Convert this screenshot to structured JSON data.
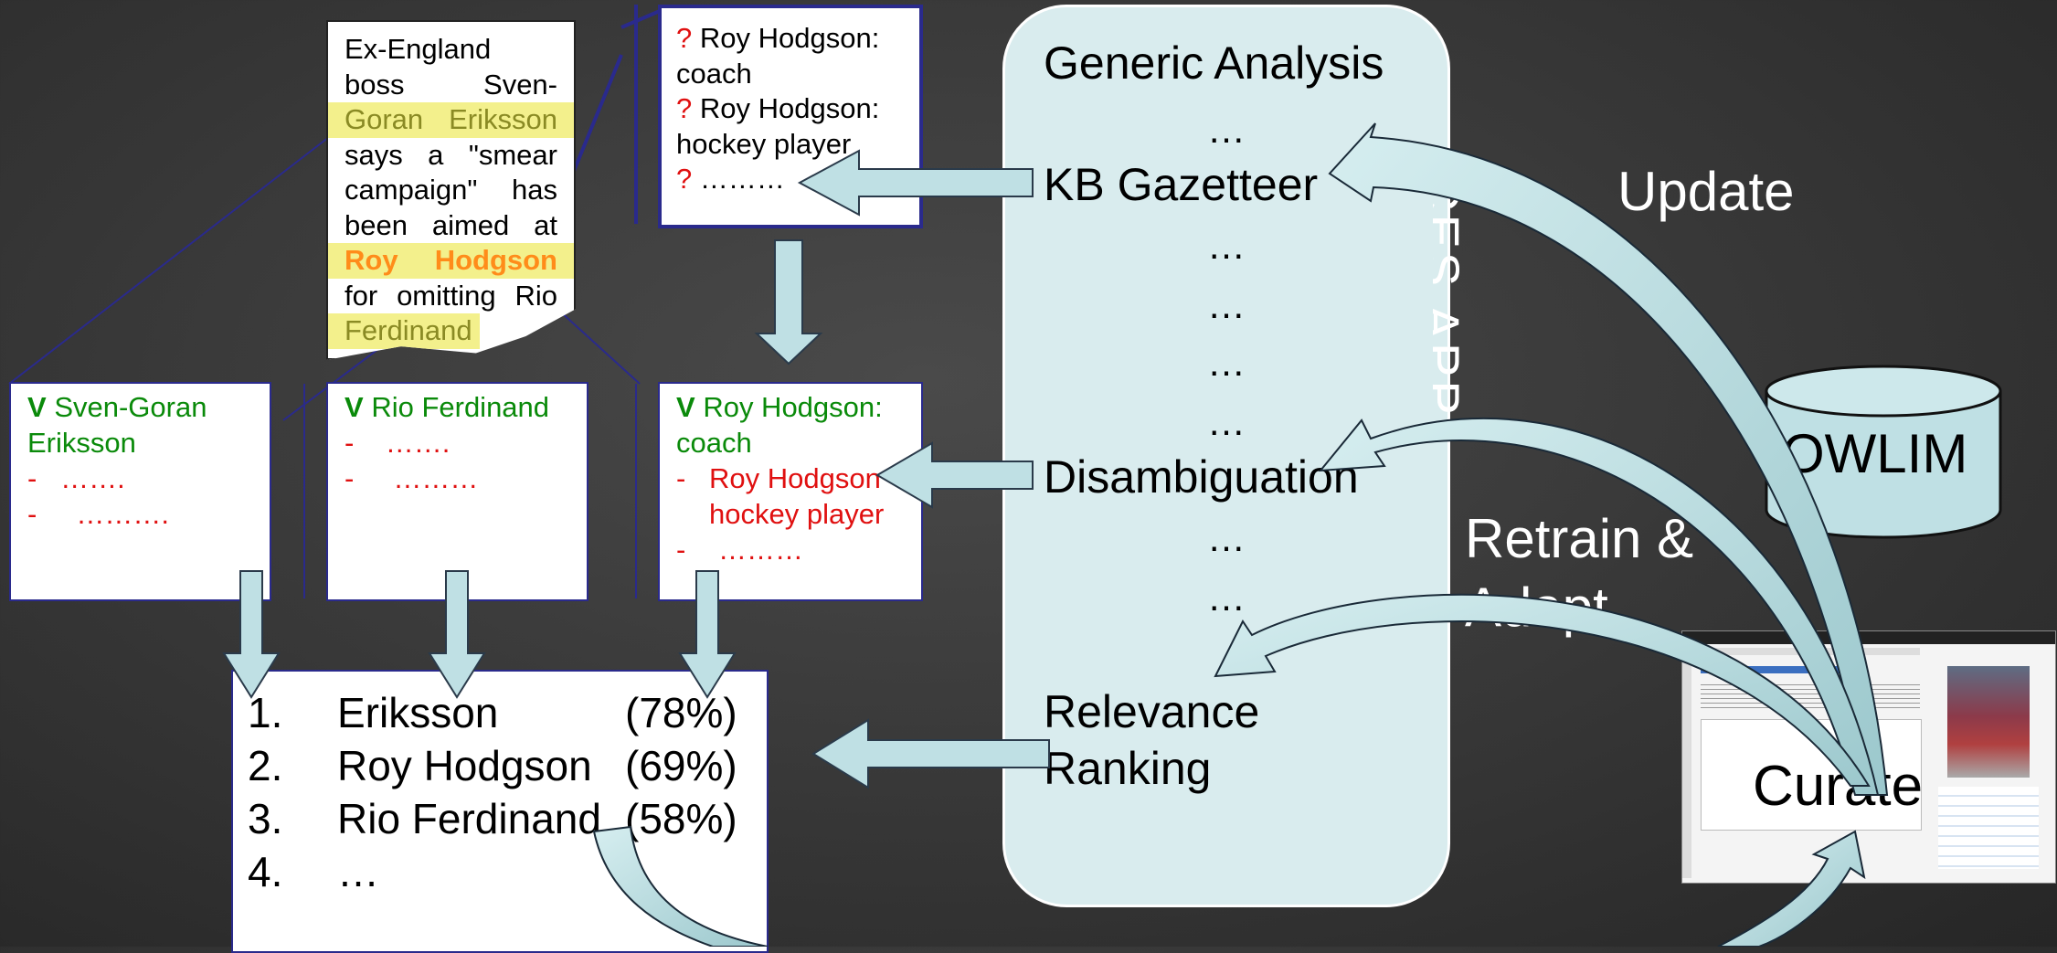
{
  "document": {
    "lines": [
      [
        "Ex-England"
      ],
      [
        "boss",
        "Sven-"
      ],
      [
        "Goran",
        "Eriksson"
      ],
      [
        "says",
        "a",
        "\"smear"
      ],
      [
        "campaign\"",
        "has"
      ],
      [
        "been",
        "aimed",
        "at"
      ],
      [
        "Roy",
        "Hodgson"
      ],
      [
        "for",
        "omitting",
        "Rio"
      ],
      [
        "Ferdinand"
      ]
    ]
  },
  "candidates": {
    "items": [
      {
        "mark": "?",
        "text": "Roy Hodgson:"
      },
      {
        "mark": "",
        "text": "coach"
      },
      {
        "mark": "?",
        "text": "Roy Hodgson:"
      },
      {
        "mark": "",
        "text": "hockey player"
      },
      {
        "mark": "?",
        "text": "………"
      }
    ]
  },
  "entities": [
    {
      "check": "V",
      "name_line1": "Sven-Goran",
      "name_line2": "Eriksson",
      "subs": [
        "…….",
        "………."
      ]
    },
    {
      "check": "V",
      "name_line1": "Rio Ferdinand",
      "name_line2": "",
      "subs": [
        "…….",
        "………"
      ]
    },
    {
      "check": "V",
      "name_line1": "Roy Hodgson:",
      "name_line2": "coach",
      "subs": [
        "Roy Hodgson",
        "hockey player",
        "………"
      ]
    }
  ],
  "ranking": [
    {
      "num": "1.",
      "name": "Eriksson",
      "pct": "(78%)"
    },
    {
      "num": "2.",
      "name": "Roy Hodgson",
      "pct": "(69%)"
    },
    {
      "num": "3.",
      "name": "Rio Ferdinand",
      "pct": "(58%)"
    },
    {
      "num": "4.",
      "name": "…",
      "pct": ""
    }
  ],
  "pipeline": {
    "title": "Generic Analysis",
    "steps": [
      "KB Gazetteer",
      "Disambiguation",
      "Relevance",
      "Ranking"
    ],
    "dots": "…"
  },
  "vertical_text": "CES APP",
  "labels": {
    "update": "Update",
    "retrain_line1": "Retrain &",
    "retrain_line2": "Adapt",
    "owlim": "OWLIM",
    "curate": "Curate"
  },
  "colors": {
    "arrow_fill": "#bfe0e4",
    "panel_fill": "#d9ecee",
    "box_border": "#2a2a8c",
    "highlight": "#f3f08c",
    "entity_green": "#0a8a0a",
    "alt_red": "#e01010"
  }
}
